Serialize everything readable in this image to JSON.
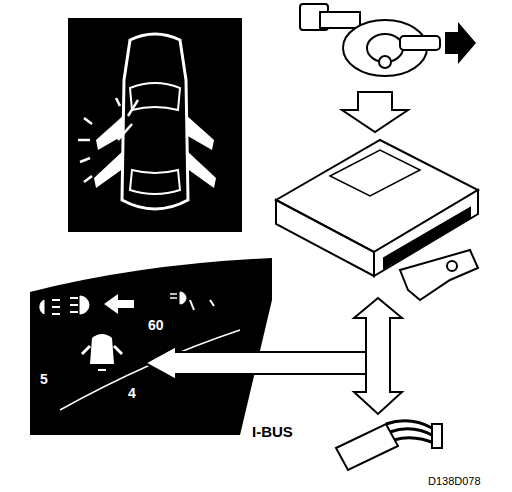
{
  "diagram": {
    "labels": [
      "60",
      "5",
      "4",
      "I-BUS",
      "D138D078"
    ]
  }
}
